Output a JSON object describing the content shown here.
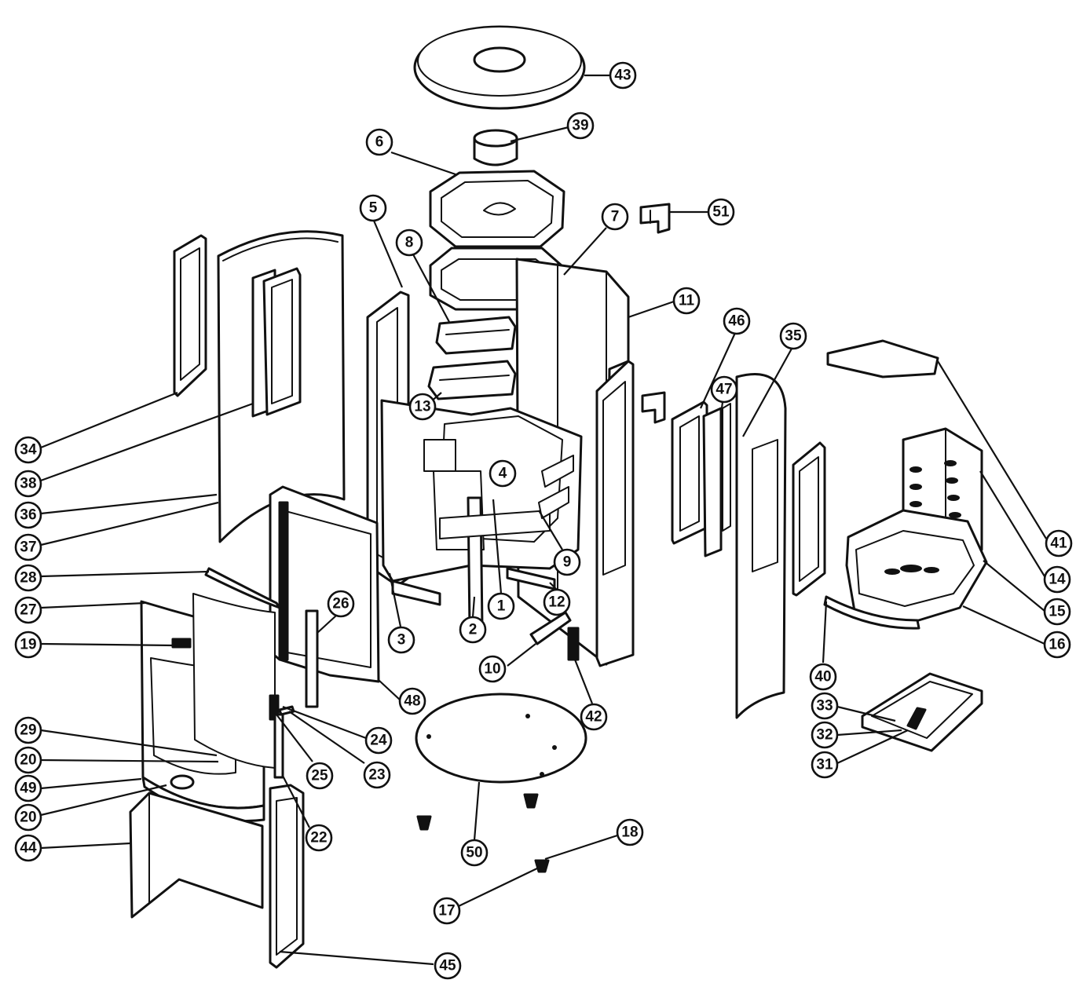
{
  "callouts": [
    {
      "label": "43"
    },
    {
      "label": "39"
    },
    {
      "label": "6"
    },
    {
      "label": "51"
    },
    {
      "label": "5"
    },
    {
      "label": "8"
    },
    {
      "label": "7"
    },
    {
      "label": "11"
    },
    {
      "label": "46"
    },
    {
      "label": "35"
    },
    {
      "label": "47"
    },
    {
      "label": "13"
    },
    {
      "label": "34"
    },
    {
      "label": "38"
    },
    {
      "label": "4"
    },
    {
      "label": "36"
    },
    {
      "label": "37"
    },
    {
      "label": "41"
    },
    {
      "label": "9"
    },
    {
      "label": "28"
    },
    {
      "label": "14"
    },
    {
      "label": "27"
    },
    {
      "label": "26"
    },
    {
      "label": "3"
    },
    {
      "label": "1"
    },
    {
      "label": "12"
    },
    {
      "label": "2"
    },
    {
      "label": "15"
    },
    {
      "label": "19"
    },
    {
      "label": "16"
    },
    {
      "label": "10"
    },
    {
      "label": "48"
    },
    {
      "label": "40"
    },
    {
      "label": "42"
    },
    {
      "label": "33"
    },
    {
      "label": "29"
    },
    {
      "label": "24"
    },
    {
      "label": "32"
    },
    {
      "label": "20"
    },
    {
      "label": "23"
    },
    {
      "label": "31"
    },
    {
      "label": "49"
    },
    {
      "label": "25"
    },
    {
      "label": "20"
    },
    {
      "label": "44"
    },
    {
      "label": "22"
    },
    {
      "label": "50"
    },
    {
      "label": "18"
    },
    {
      "label": "17"
    },
    {
      "label": "45"
    }
  ]
}
